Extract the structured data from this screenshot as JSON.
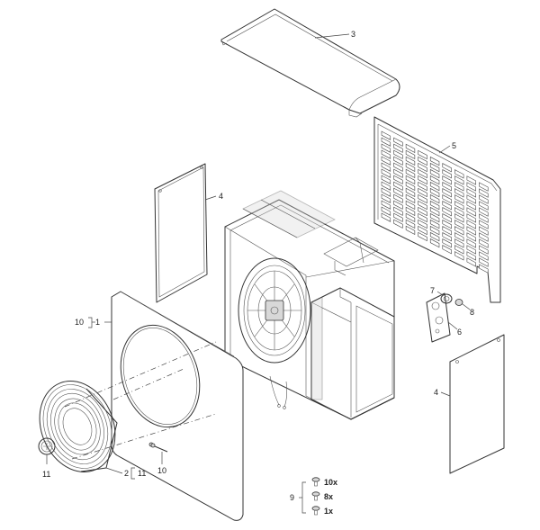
{
  "labels": {
    "p3": "3",
    "p5": "5",
    "p4_left": "4",
    "p4_right": "4",
    "p7": "7",
    "p8": "8",
    "p6": "6",
    "p10_top": "10",
    "p1": "1",
    "p2": "2",
    "p11_bracket": "11",
    "p11_knob": "11",
    "p10_bottom": "10",
    "p9": "9"
  },
  "quantities": {
    "q1": "10x",
    "q2": "8x",
    "q3": "1x"
  }
}
